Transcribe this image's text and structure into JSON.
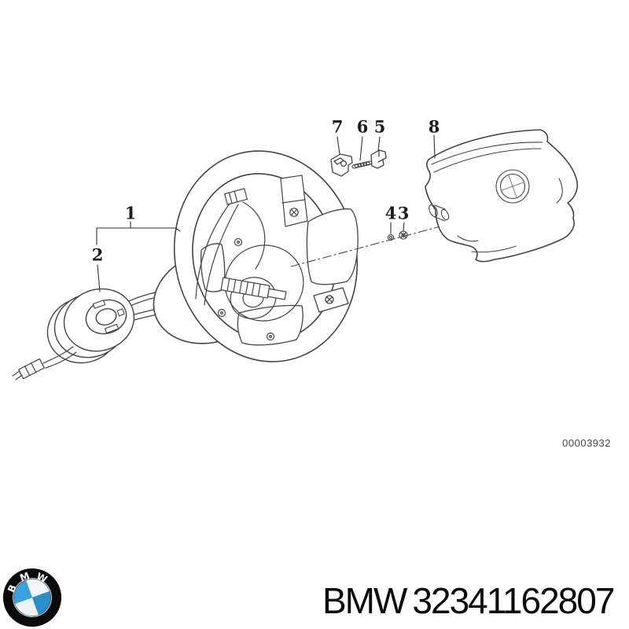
{
  "page": {
    "background": "#ffffff"
  },
  "diagram": {
    "image_number": "00003932",
    "callouts": [
      {
        "label": "1"
      },
      {
        "label": "2"
      },
      {
        "label": "3"
      },
      {
        "label": "4"
      },
      {
        "label": "5"
      },
      {
        "label": "6"
      },
      {
        "label": "7"
      },
      {
        "label": "8"
      }
    ]
  },
  "footer": {
    "brand": "BMW",
    "part_number": "32341162807"
  },
  "logo": {
    "letters": [
      "B",
      "M",
      "W"
    ]
  },
  "colors": {
    "line": "#444444",
    "text": "#0c0c0c",
    "watermark": "#454545",
    "bmw_blue_top_left": "#3aa2da",
    "bmw_blue_bottom_right": "#2b8fc9",
    "roundel_ring": "#0b0b0b"
  }
}
